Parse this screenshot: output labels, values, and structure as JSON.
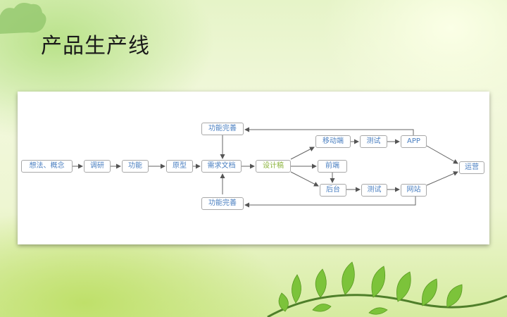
{
  "slide": {
    "title": "产品生产线"
  },
  "diagram": {
    "nodes": {
      "idea": "想法、概念",
      "research": "调研",
      "feature": "功能",
      "prototype": "原型",
      "requirements": "需求文档",
      "design": "设计稿",
      "improve_top": "功能完善",
      "improve_bottom": "功能完善",
      "mobile": "移动端",
      "frontend": "前端",
      "backend": "后台",
      "test_top": "测试",
      "test_bottom": "测试",
      "app": "APP",
      "website": "网站",
      "operation": "运营"
    }
  },
  "colors": {
    "node_text": "#4a7fc1",
    "design_text": "#8ab33a",
    "arrow": "#555555"
  },
  "icons": [
    "cloud-icon",
    "leaf-icon"
  ]
}
